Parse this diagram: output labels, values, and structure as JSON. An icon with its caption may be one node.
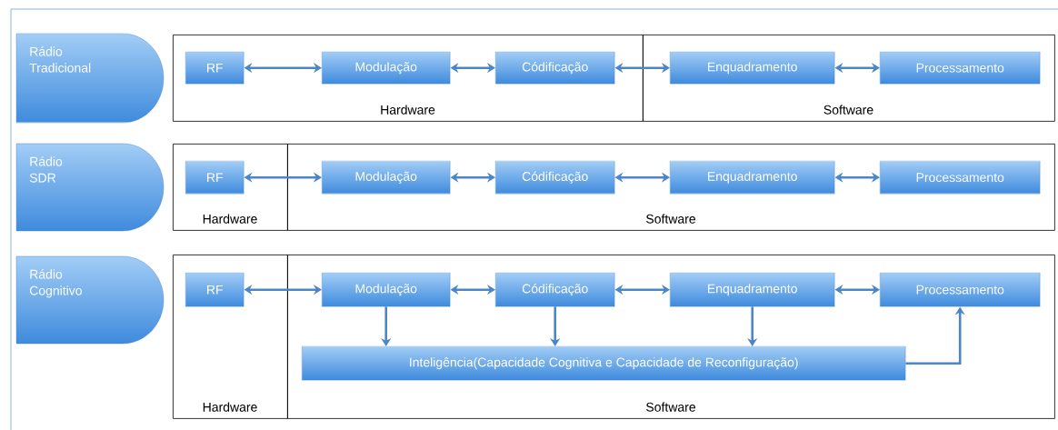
{
  "diagram": {
    "nodes": [
      {
        "text": [
          "Rádio Tradicional"
        ]
      },
      {
        "text": [
          "Hardware"
        ]
      },
      {
        "text": [
          "Software"
        ]
      },
      {
        "text": [
          "RF"
        ],
        "in": 1
      },
      {
        "text": [
          "Modulação"
        ],
        "in": 1
      },
      {
        "text": [
          "Códificação"
        ],
        "in": 1
      },
      {
        "text": [
          "Enquadramento"
        ],
        "in": 2
      },
      {
        "text": [
          "Processamento"
        ],
        "in": 2
      },
      {
        "text": [
          "Rádio SDR"
        ]
      },
      {
        "text": [
          "Hardware"
        ]
      },
      {
        "text": [
          "Software"
        ]
      },
      {
        "text": [
          "RF"
        ],
        "in": 9
      },
      {
        "text": [
          "Modulação"
        ],
        "in": 10
      },
      {
        "text": [
          "Códificação"
        ],
        "in": 10
      },
      {
        "text": [
          "Enquadramento"
        ],
        "in": 10
      },
      {
        "text": [
          "Processamento"
        ],
        "in": 10
      },
      {
        "text": [
          "Rádio Cognitivo"
        ]
      },
      {
        "text": [
          "Hardware"
        ]
      },
      {
        "text": [
          "Software"
        ]
      },
      {
        "text": [
          "RF"
        ],
        "in": 17
      },
      {
        "text": [
          "Modulação"
        ],
        "in": 18
      },
      {
        "text": [
          "Códificação"
        ],
        "in": 18
      },
      {
        "text": [
          "Enquadramento"
        ],
        "in": 18
      },
      {
        "text": [
          "Processamento"
        ],
        "in": 18
      },
      {
        "text": [
          "Inteligência(Capacidade Cognitiva e Capacidade de Reconfiguração)"
        ],
        "in": 18
      }
    ],
    "edges": [
      {
        "from": 3,
        "to": 4,
        "arrow": "both"
      },
      {
        "from": 4,
        "to": 5,
        "arrow": "both"
      },
      {
        "from": 5,
        "to": 6,
        "arrow": "both"
      },
      {
        "from": 6,
        "to": 7,
        "arrow": "both"
      },
      {
        "from": 11,
        "to": 12,
        "arrow": "both"
      },
      {
        "from": 12,
        "to": 13,
        "arrow": "both"
      },
      {
        "from": 13,
        "to": 14,
        "arrow": "both"
      },
      {
        "from": 14,
        "to": 15,
        "arrow": "both"
      },
      {
        "from": 19,
        "to": 20,
        "arrow": "both"
      },
      {
        "from": 20,
        "to": 21,
        "arrow": "both"
      },
      {
        "from": 21,
        "to": 22,
        "arrow": "both"
      },
      {
        "from": 22,
        "to": 23,
        "arrow": "both"
      },
      {
        "from": 20,
        "to": 24,
        "arrow": "to"
      },
      {
        "from": 21,
        "to": 24,
        "arrow": "to"
      },
      {
        "from": 22,
        "to": 24,
        "arrow": "to"
      },
      {
        "from": 24,
        "to": 23,
        "arrow": "to"
      }
    ]
  }
}
